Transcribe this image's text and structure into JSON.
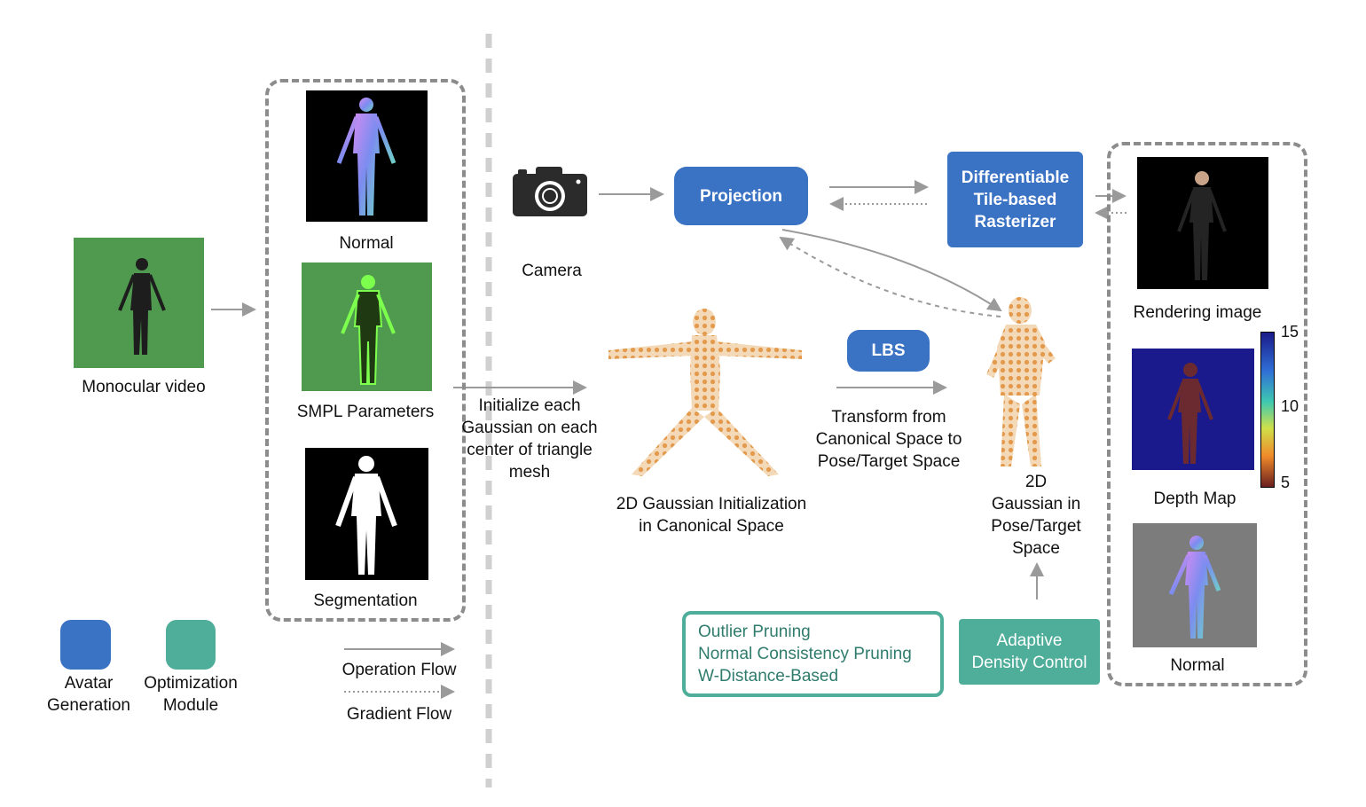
{
  "inputs": {
    "monocular_video": "Monocular video",
    "normal": "Normal",
    "smpl": "SMPL Parameters",
    "segmentation": "Segmentation"
  },
  "camera_label": "Camera",
  "projection": "Projection",
  "rasterizer": [
    "Differentiable",
    "Tile-based",
    "Rasterizer"
  ],
  "init_text": [
    "Initialize each",
    "Gaussian on each",
    "center of triangle",
    "mesh"
  ],
  "canonical_label": [
    "2D Gaussian Initialization",
    "in Canonical Space"
  ],
  "lbs": "LBS",
  "transform_text": [
    "Transform from",
    "Canonical Space to",
    "Pose/Target Space"
  ],
  "pose_label": [
    "2D",
    "Gaussian in",
    "Pose/Target",
    "Space"
  ],
  "outputs": {
    "rendering": "Rendering image",
    "depth": "Depth Map",
    "normal": "Normal",
    "colorbar_ticks": [
      "15",
      "10",
      "5"
    ]
  },
  "pruning": [
    "Outlier Pruning",
    "Normal Consistency Pruning",
    "W-Distance-Based"
  ],
  "adaptive": [
    "Adaptive",
    "Density Control"
  ],
  "legend": {
    "avatar": [
      "Avatar",
      "Generation"
    ],
    "optimization": [
      "Optimization",
      "Module"
    ],
    "operation_flow": "Operation Flow",
    "gradient_flow": "Gradient Flow"
  },
  "colors": {
    "avatar_generation": "#3a72c4",
    "optimization_module": "#4fae9a",
    "frame_dash": "#8c8c8c",
    "arrow": "#9a9a9a"
  }
}
